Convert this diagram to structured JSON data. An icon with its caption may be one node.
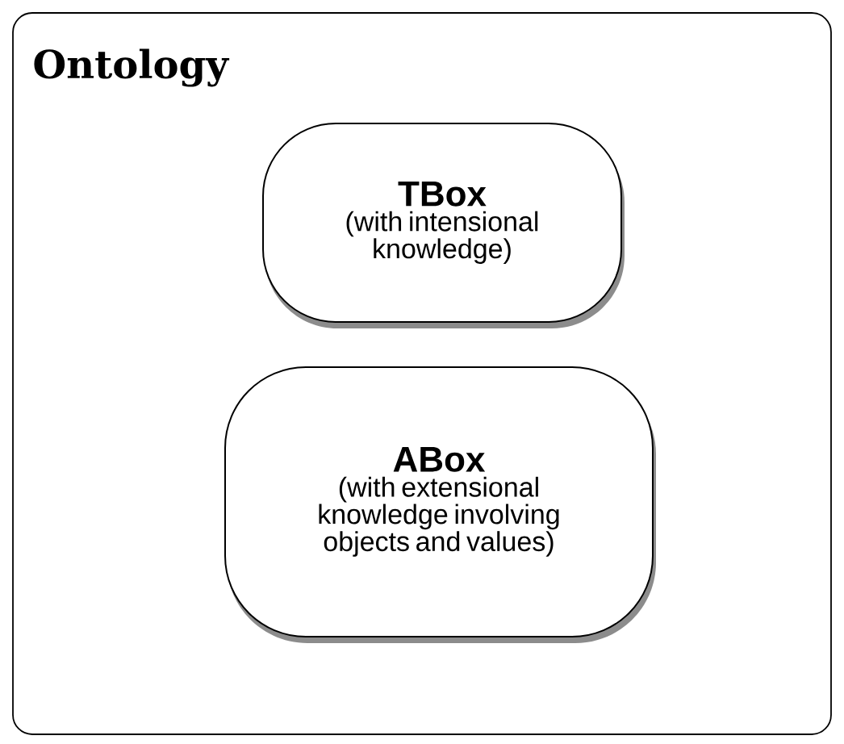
{
  "diagram": {
    "nodes": [
      {
        "text": [
          "Ontology"
        ]
      },
      {
        "text": [
          "TBox",
          "(with intensional knowledge)"
        ],
        "in": 0
      },
      {
        "text": [
          "ABox",
          "(with extensional knowledge involving objects and values)"
        ],
        "in": 0
      }
    ]
  }
}
